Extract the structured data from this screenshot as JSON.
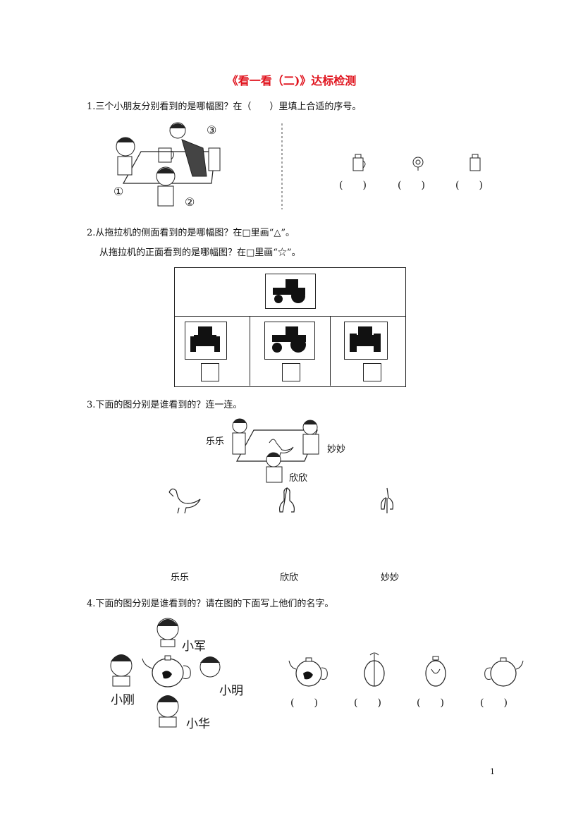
{
  "title": "《看一看（二)》达标检测",
  "q1": {
    "text": "1.三个小朋友分别看到的是哪幅图？在（　　）里填上合适的序号。",
    "markers": [
      "①",
      "②",
      "③"
    ],
    "blanks": [
      "(　　)",
      "(　　)",
      "(　　)"
    ]
  },
  "q2": {
    "line1": "2.从拖拉机的侧面看到的是哪幅图？在□里画“△”。",
    "line2": "从拖拉机的正面看到的是哪幅图？在□里画“☆”。"
  },
  "q3": {
    "text": "3.下面的图分别是谁看到的？连一连。",
    "scene_names": [
      "乐乐",
      "妙妙",
      "欣欣"
    ],
    "answer_names": [
      "乐乐",
      "欣欣",
      "妙妙"
    ]
  },
  "q4": {
    "text": "4.下面的图分别是谁看到的？请在图的下面写上他们的名字。",
    "names": [
      "小军",
      "小刚",
      "小明",
      "小华"
    ],
    "blanks": [
      "(　　)",
      "(　　)",
      "(　　)",
      "(　　)"
    ]
  },
  "page_number": "1"
}
